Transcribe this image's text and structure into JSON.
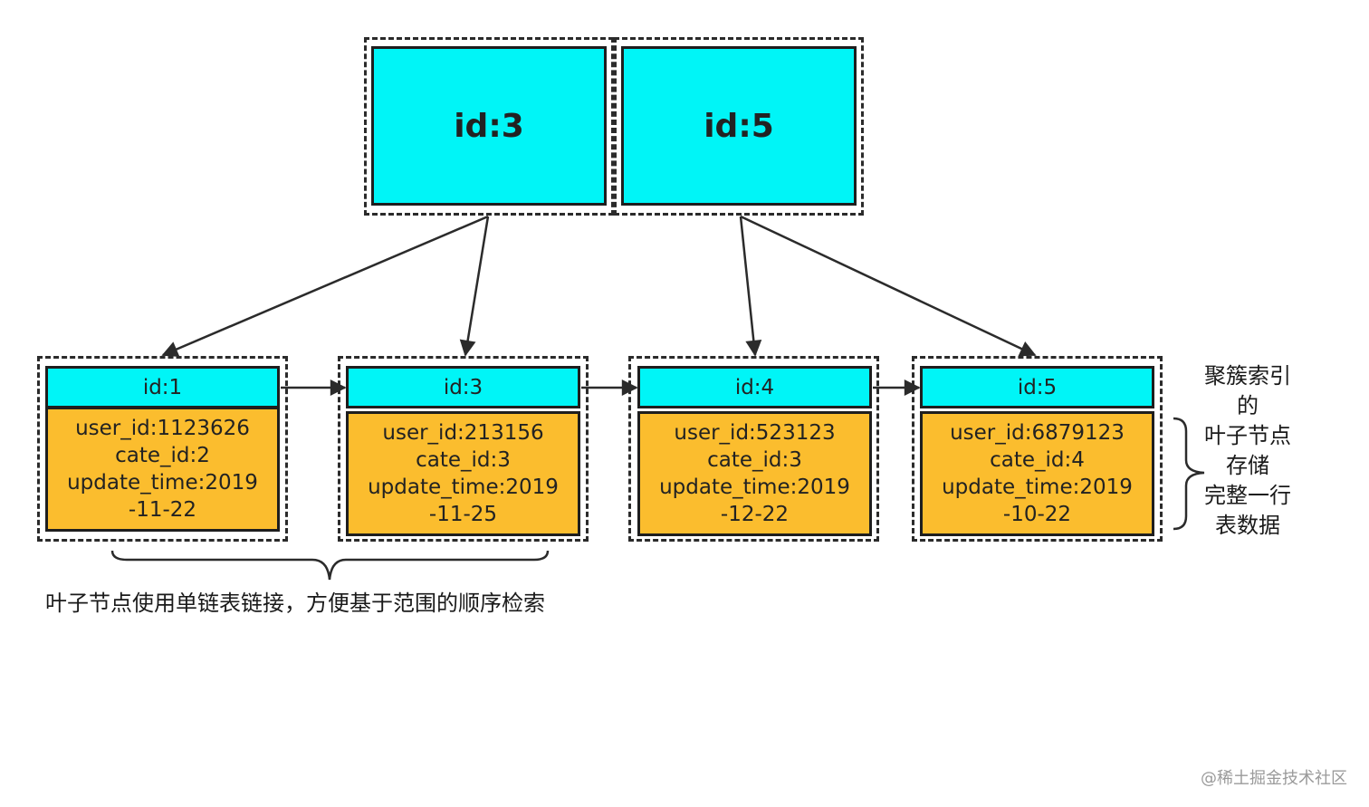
{
  "roots": [
    {
      "label": "id:3"
    },
    {
      "label": "id:5"
    }
  ],
  "leaves": [
    {
      "id": "id:1",
      "lines": [
        "user_id:1123626",
        "cate_id:2",
        "update_time:2019",
        "-11-22"
      ]
    },
    {
      "id": "id:3",
      "lines": [
        "user_id:213156",
        "cate_id:3",
        "update_time:2019",
        "-11-25"
      ]
    },
    {
      "id": "id:4",
      "lines": [
        "user_id:523123",
        "cate_id:3",
        "update_time:2019",
        "-12-22"
      ]
    },
    {
      "id": "id:5",
      "lines": [
        "user_id:6879123",
        "cate_id:4",
        "update_time:2019",
        "-10-22"
      ]
    }
  ],
  "side_note": [
    "聚簇索引",
    "的",
    "叶子节点",
    "存储",
    "完整一行",
    "表数据"
  ],
  "bottom_note": "叶子节点使用单链表链接，方便基于范围的顺序检索",
  "watermark": "@稀土掘金技术社区",
  "colors": {
    "node_fill": "#00f5f7",
    "data_fill": "#fbbd2e",
    "line": "#2b2b2b"
  }
}
